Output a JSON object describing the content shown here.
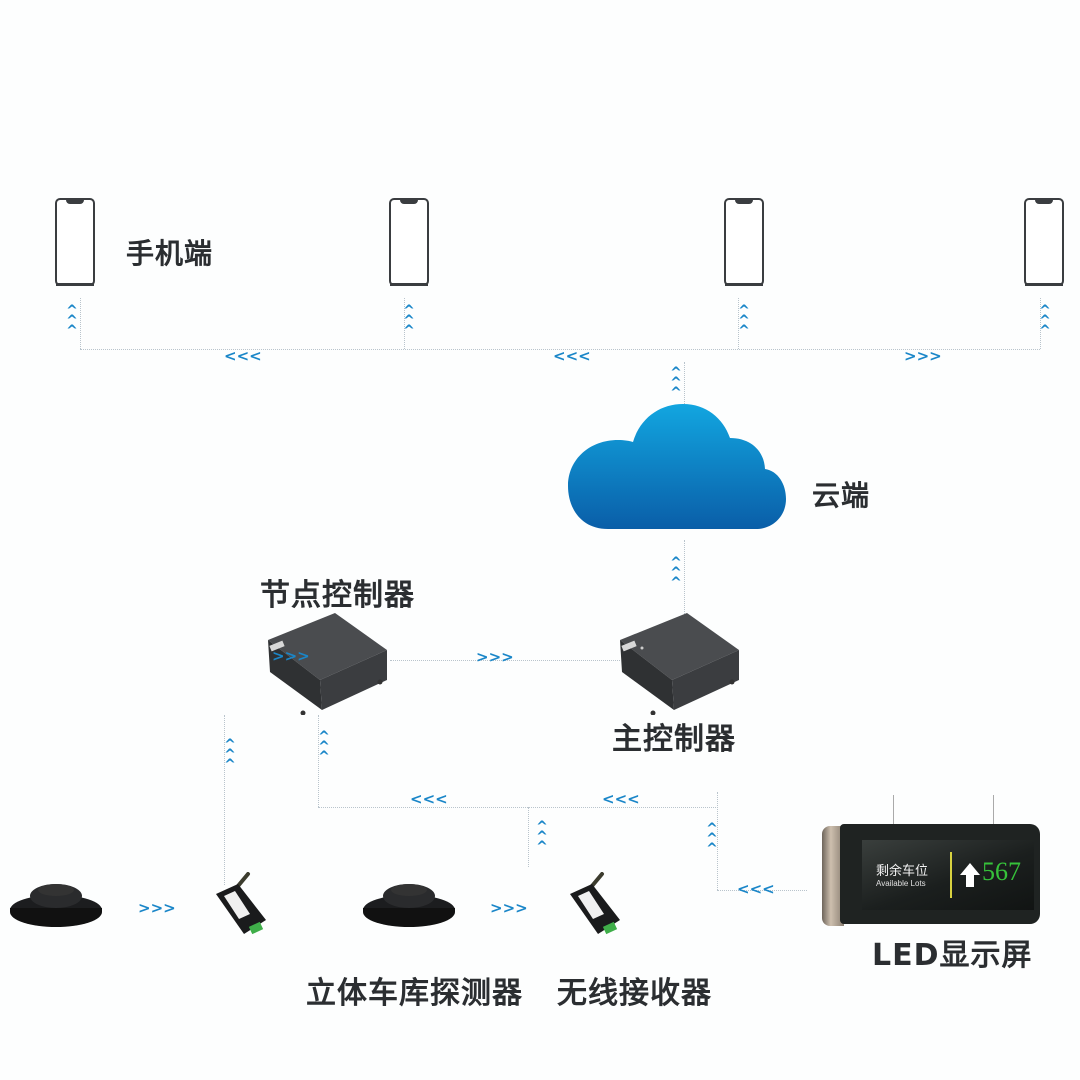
{
  "labels": {
    "mobile": "手机端",
    "cloud": "云端",
    "node_controller": "节点控制器",
    "main_controller": "主控制器",
    "detector": "立体车库探测器",
    "receiver": "无线接收器",
    "led_display": "LED显示屏"
  },
  "led_screen": {
    "title_cn": "剩余车位",
    "title_en": "Available Lots",
    "count": "567"
  },
  "arrows": {
    "up": "^",
    "left": "<<<",
    "right": ">>>"
  },
  "colors": {
    "arrow": "#1a86c8",
    "cloud_top": "#12a6e0",
    "cloud_bottom": "#0a5ea8",
    "text": "#2b2e31",
    "led_number": "#36c23a"
  }
}
